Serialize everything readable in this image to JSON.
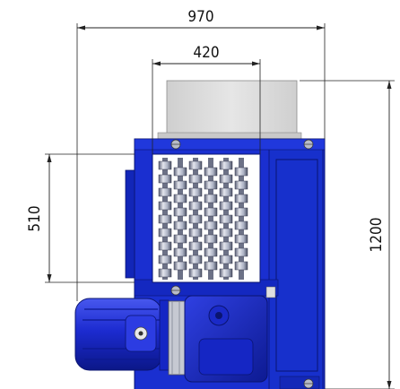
{
  "dimensions": {
    "overall_width": "970",
    "inlet_width": "420",
    "cutting_height": "510",
    "overall_height": "1200"
  },
  "colors": {
    "frame_blue": "#1a2fd0",
    "frame_blue_dark": "#0c1a8a",
    "hopper_gray": "#d9d9d9",
    "blade_light": "#c8cbd4",
    "blade_mid": "#8c91a2",
    "motor_blue": "#2233d8",
    "dim_line": "#222222"
  },
  "icons": [
    "bolt-icon"
  ]
}
